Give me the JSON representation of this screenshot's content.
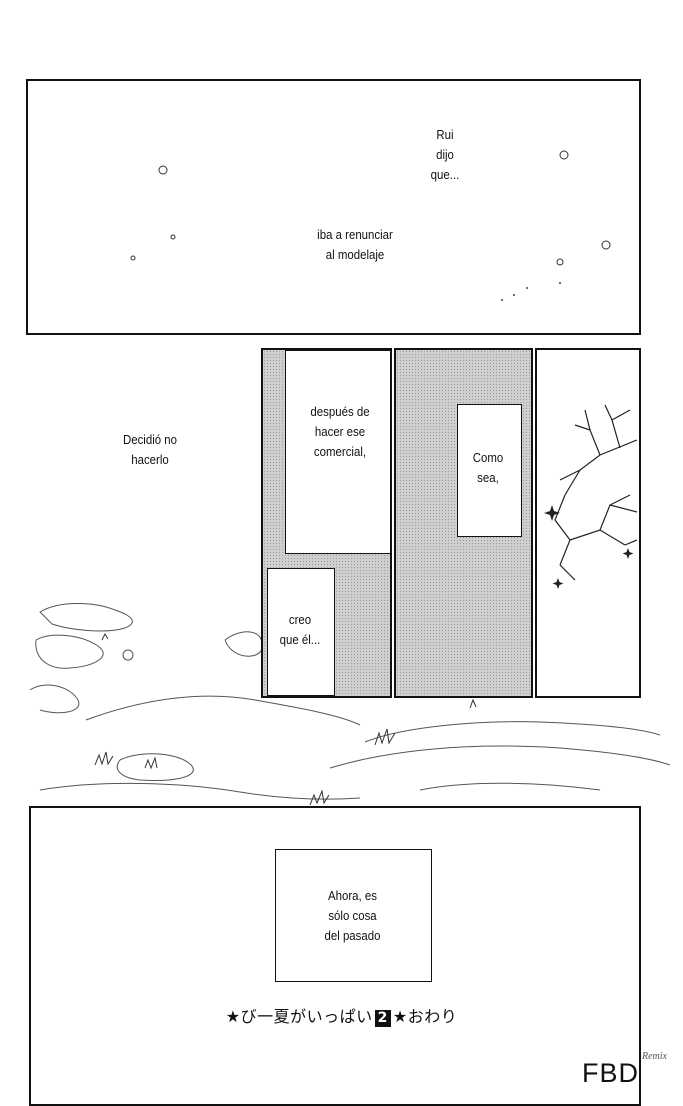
{
  "panel1": {
    "lines_rui": "Rui\ndijo\nque...",
    "lines_renunciar": "iba a renunciar\nal modelaje"
  },
  "panel2": {
    "decidio": "Decidió no\nhacerlo",
    "despues": "después de\nhacer ese\ncomercial,",
    "creo": "creo\nque él...",
    "como": "Como\nsea,"
  },
  "panel3": {
    "ahora": "Ahora, es\nsólo cosa\ndel pasado"
  },
  "footer": {
    "before": "★び一夏がいっぱい",
    "number": "2",
    "after": "★おわり"
  },
  "credit": {
    "text": "FBD",
    "sub": "Remix"
  }
}
